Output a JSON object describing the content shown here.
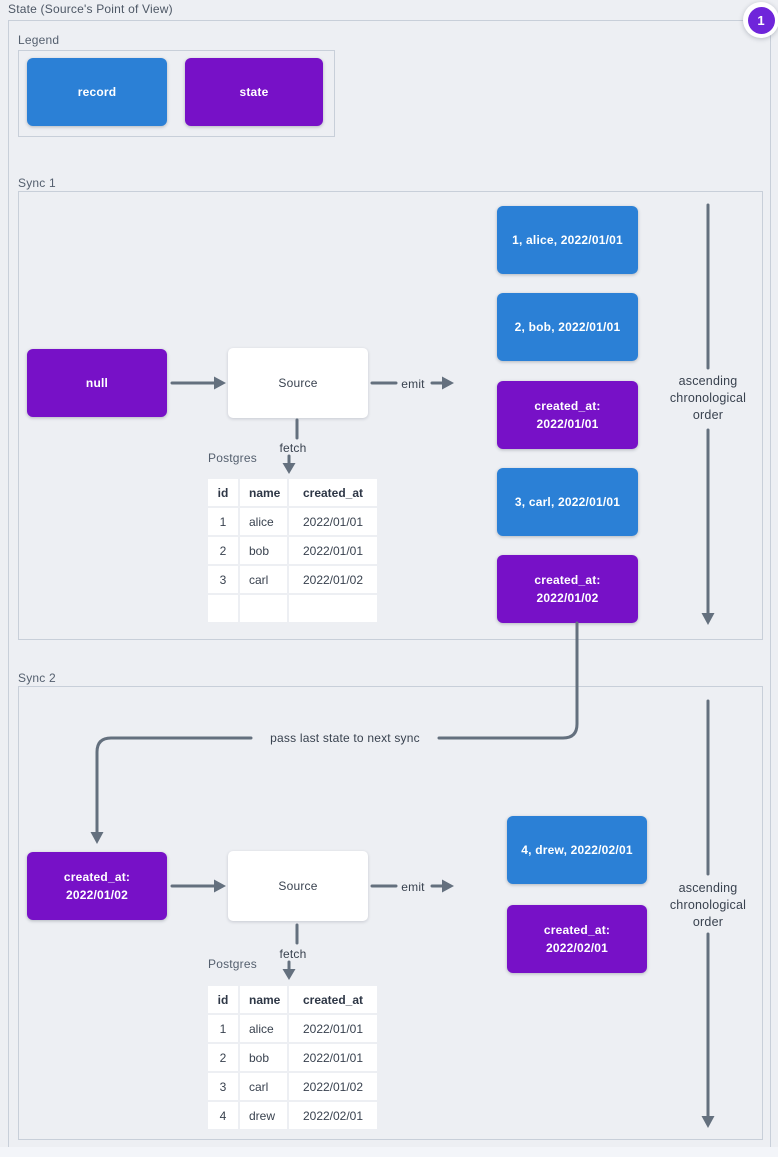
{
  "title": "State (Source's Point of View)",
  "badge": {
    "value": "1"
  },
  "colors": {
    "record": "#2b80d6",
    "state": "#7711c7",
    "badge": "#6f25da",
    "arrow": "#64707e",
    "background": "#edeff3",
    "border": "#c8cfd9"
  },
  "legend": {
    "label": "Legend",
    "items": [
      {
        "type": "record",
        "label": "record"
      },
      {
        "type": "state",
        "label": "state"
      }
    ]
  },
  "pass_state_label": "pass last state to next sync",
  "sync1": {
    "label": "Sync 1",
    "input_state": "null",
    "source": "Source",
    "emit": "emit",
    "fetch": "fetch",
    "db": "Postgres",
    "ascending": "ascending\nchronological\norder",
    "emitted": [
      {
        "type": "record",
        "text": "1, alice, 2022/01/01"
      },
      {
        "type": "record",
        "text": "2, bob, 2022/01/01"
      },
      {
        "type": "state",
        "text": "created_at:\n2022/01/01"
      },
      {
        "type": "record",
        "text": "3, carl, 2022/01/01"
      },
      {
        "type": "state",
        "text": "created_at:\n2022/01/02"
      }
    ],
    "table": {
      "headers": [
        "id",
        "name",
        "created_at"
      ],
      "rows": [
        [
          "1",
          "alice",
          "2022/01/01"
        ],
        [
          "2",
          "bob",
          "2022/01/01"
        ],
        [
          "3",
          "carl",
          "2022/01/02"
        ],
        [
          "",
          "",
          ""
        ]
      ]
    }
  },
  "sync2": {
    "label": "Sync 2",
    "input_state": "created_at:\n2022/01/02",
    "source": "Source",
    "emit": "emit",
    "fetch": "fetch",
    "db": "Postgres",
    "ascending": "ascending\nchronological\norder",
    "emitted": [
      {
        "type": "record",
        "text": "4, drew, 2022/02/01"
      },
      {
        "type": "state",
        "text": "created_at:\n2022/02/01"
      }
    ],
    "table": {
      "headers": [
        "id",
        "name",
        "created_at"
      ],
      "rows": [
        [
          "1",
          "alice",
          "2022/01/01"
        ],
        [
          "2",
          "bob",
          "2022/01/01"
        ],
        [
          "3",
          "carl",
          "2022/01/02"
        ],
        [
          "4",
          "drew",
          "2022/02/01"
        ]
      ]
    }
  }
}
